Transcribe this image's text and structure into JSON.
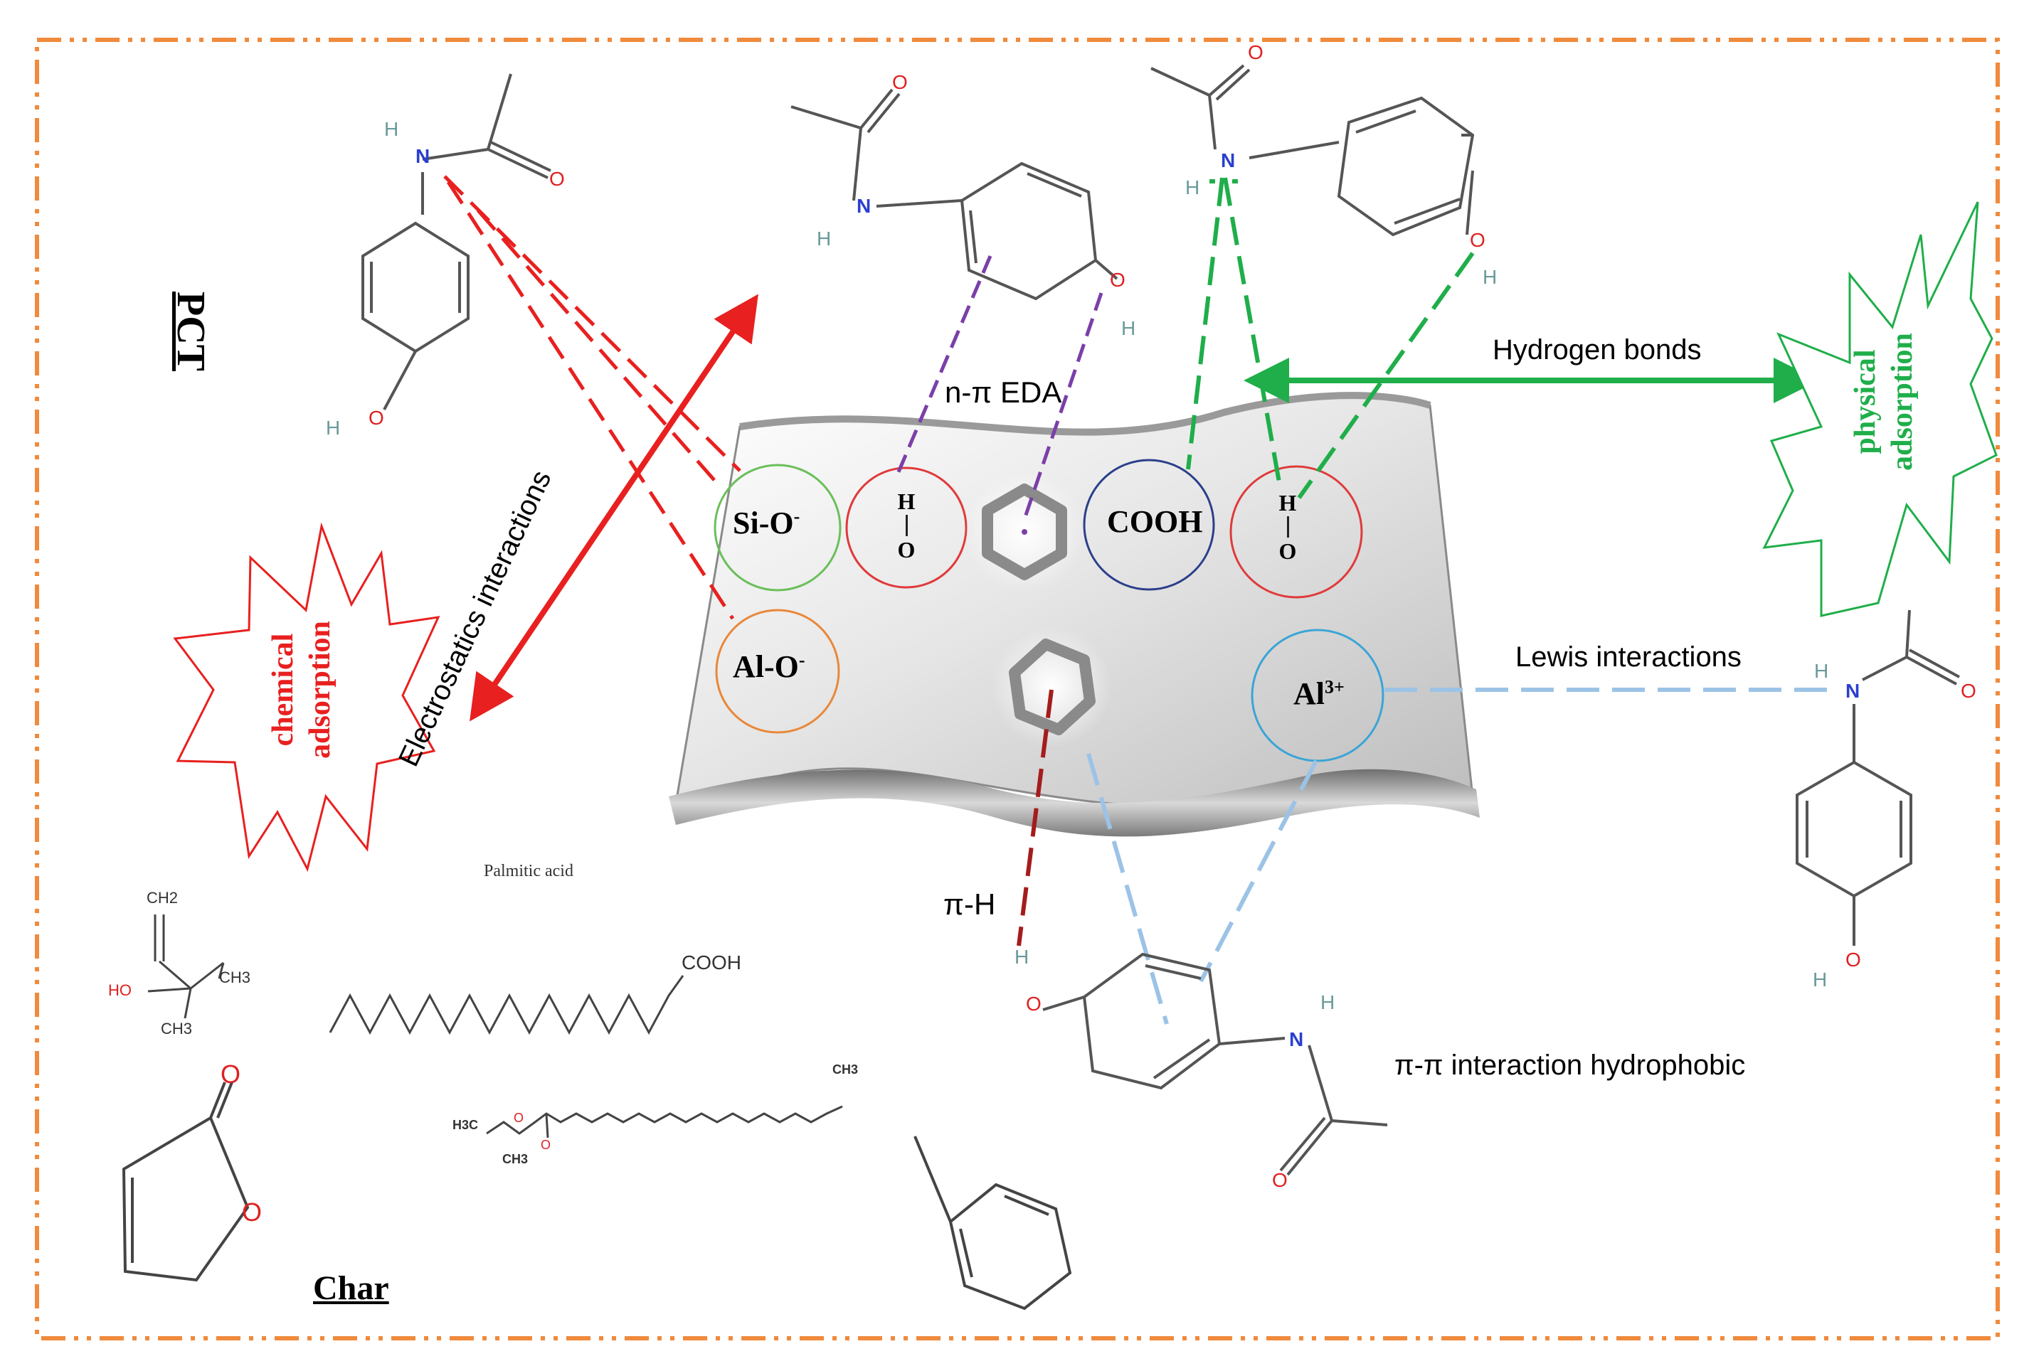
{
  "labels": {
    "pct": "PCT",
    "char": "Char",
    "chemical_line1": "chemical",
    "chemical_line2": "adsorption",
    "physical_line1": "physical",
    "physical_line2": "adsorption",
    "electrostatics": "Electrostatics interactions",
    "hydrogen_bonds": "Hydrogen bonds",
    "n_pi_eda": "n-π EDA",
    "lewis": "Lewis interactions",
    "pi_h": "π-H",
    "pi_pi": "π-π interaction hydrophobic",
    "palmitic": "Palmitic acid"
  },
  "sites": {
    "si_o": "Si-O",
    "si_o_sup": "-",
    "al_o": "Al-O",
    "al_o_sup": "-",
    "cooh": "COOH",
    "al3": "Al",
    "al3_sup": "3+",
    "oh_h": "H",
    "oh_o": "O"
  },
  "atoms": {
    "N": "N",
    "O": "O",
    "H": "H",
    "HO": "HO",
    "COOH": "COOH",
    "CH2": "CH2",
    "CH3": "CH3",
    "H3C": "H3C"
  },
  "colors": {
    "frame": "#f08a3c",
    "electrostatic": "#e8201f",
    "hbond": "#1fae4a",
    "n_pi": "#7b3fa8",
    "lewis": "#9cc3e6",
    "pi_h": "#a51c1c",
    "site_green": "#6bbf59",
    "site_red": "#e03a3a",
    "site_orange": "#e8883a",
    "site_navy": "#2b3f8a",
    "site_blue": "#3aa5d6"
  }
}
